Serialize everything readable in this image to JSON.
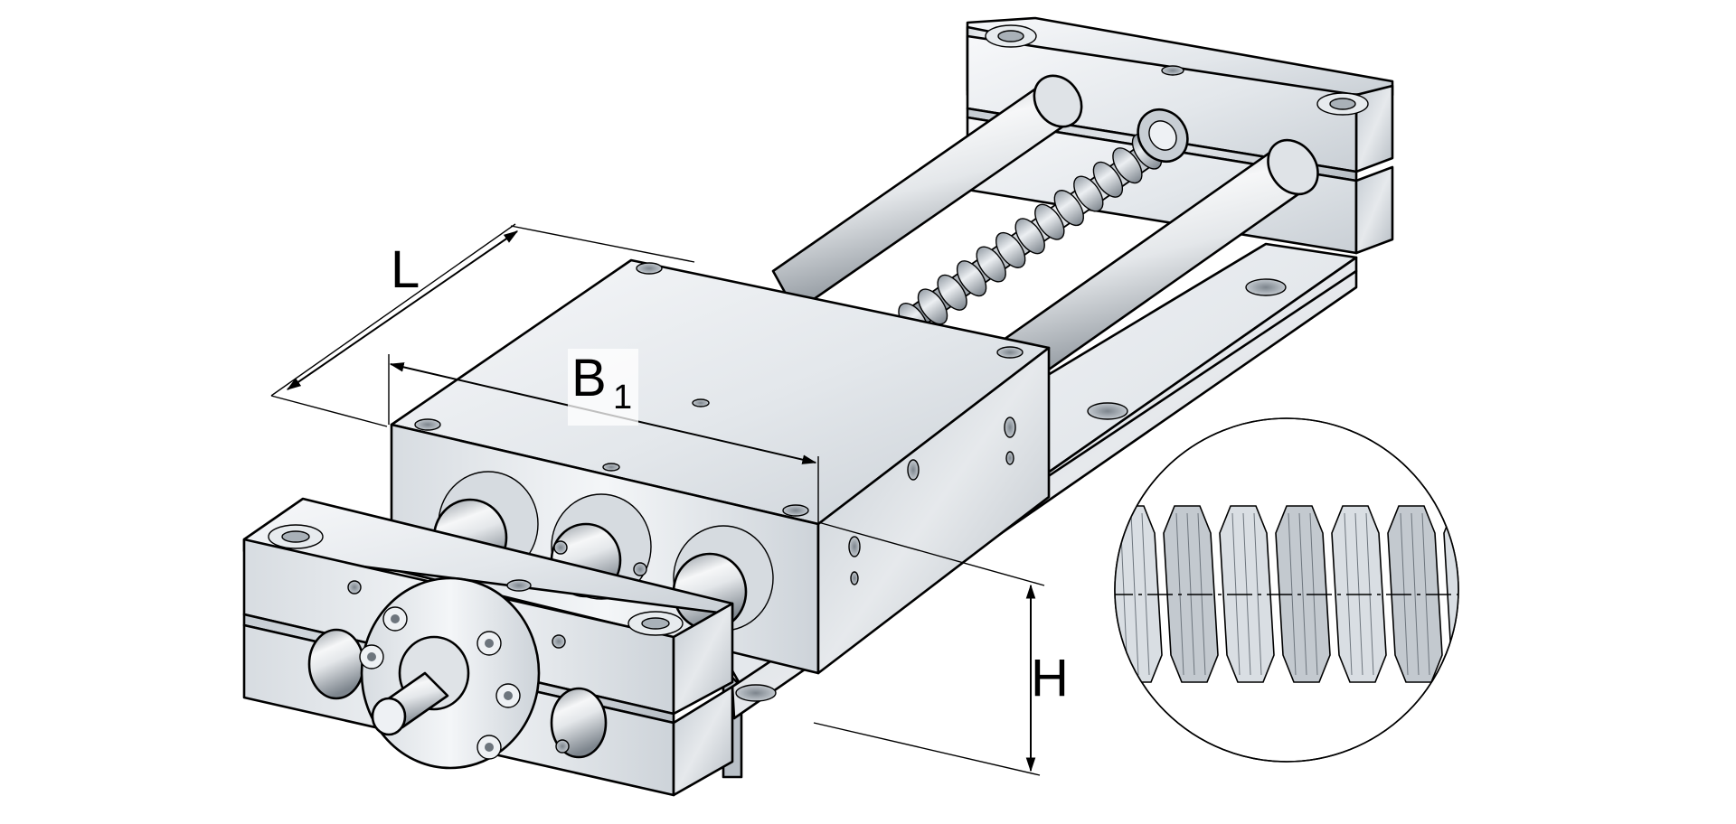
{
  "dimensions": {
    "length_label": "L",
    "width_label_base": "B",
    "width_label_sub": "1",
    "height_label": "H"
  },
  "colors": {
    "metal_light": "#eef1f4",
    "metal_mid": "#cfd5db",
    "metal_dark": "#8f979f",
    "line": "#000000",
    "background": "#ffffff"
  },
  "icons": [
    "socket-head-screw-icon",
    "ball-screw-icon",
    "thread-detail-icon"
  ]
}
